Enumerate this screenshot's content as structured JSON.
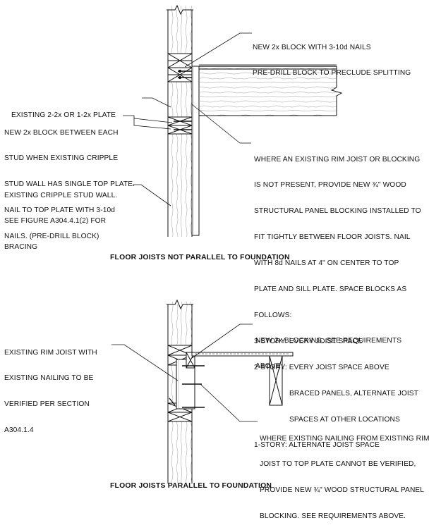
{
  "top_detail": {
    "caption": "FLOOR JOISTS NOT PARALLEL TO FOUNDATION",
    "note_new_block": [
      "NEW 2x BLOCK WITH 3-10d NAILS",
      "PRE-DRILL BLOCK TO PRECLUDE SPLITTING"
    ],
    "note_existing_plate": [
      "EXISTING 2-2x OR 1-2x PLATE"
    ],
    "note_block_between_studs": [
      "NEW 2x BLOCK BETWEEN EACH",
      "STUD WHEN EXISTING CRIPPLE",
      "STUD WALL HAS SINGLE TOP PLATE.",
      "NAIL TO TOP PLATE WITH 3-10d",
      "NAILS. (PRE-DRILL BLOCK)"
    ],
    "note_cripple_wall": [
      "EXISTING CRIPPLE STUD WALL.",
      "SEE FIGURE A304.4.1(2) FOR",
      "BRACING"
    ],
    "note_rim_joist": [
      "WHERE AN EXISTING RIM JOIST OR BLOCKING",
      "IS NOT PRESENT, PROVIDE NEW ¾\" WOOD",
      "STRUCTURAL PANEL BLOCKING INSTALLED TO",
      "FIT TIGHTLY BETWEEN FLOOR JOISTS. NAIL",
      "WITH 8d NAILS AT 4\" ON CENTER TO TOP",
      "PLATE AND SILL PLATE. SPACE BLOCKS AS",
      "FOLLOWS:",
      "3-STORY: EVERY JOIST SPACE",
      "2-STORY: EVERY JOIST SPACE ABOVE"
    ],
    "note_rim_joist_indent": [
      "BRACED PANELS, ALTERNATE JOIST",
      "SPACES AT OTHER LOCATIONS"
    ],
    "note_rim_joist_last": [
      "1-STORY: ALTERNATE JOIST SPACE"
    ]
  },
  "bottom_detail": {
    "caption": "FLOOR JOISTS PARALLEL TO FOUNDATION",
    "note_existing_rim": [
      "EXISTING RIM JOIST WITH",
      "EXISTING NAILING TO BE",
      "VERIFIED PER SECTION",
      "A304.1.4"
    ],
    "note_new_blocking": [
      "NEW 2x BLOCKING. SEE REQUIREMENTS",
      "ABOVE"
    ],
    "note_nailing": [
      "WHERE EXISTING NAILING FROM EXISTING RIM",
      "JOIST TO TOP PLATE CANNOT BE VERIFIED,",
      "PROVIDE NEW ¾\" WOOD STRUCTURAL PANEL",
      "BLOCKING. SEE REQUIREMENTS ABOVE."
    ]
  },
  "colors": {
    "ink": "#111111",
    "wood_grain": "#9a9a9a"
  }
}
